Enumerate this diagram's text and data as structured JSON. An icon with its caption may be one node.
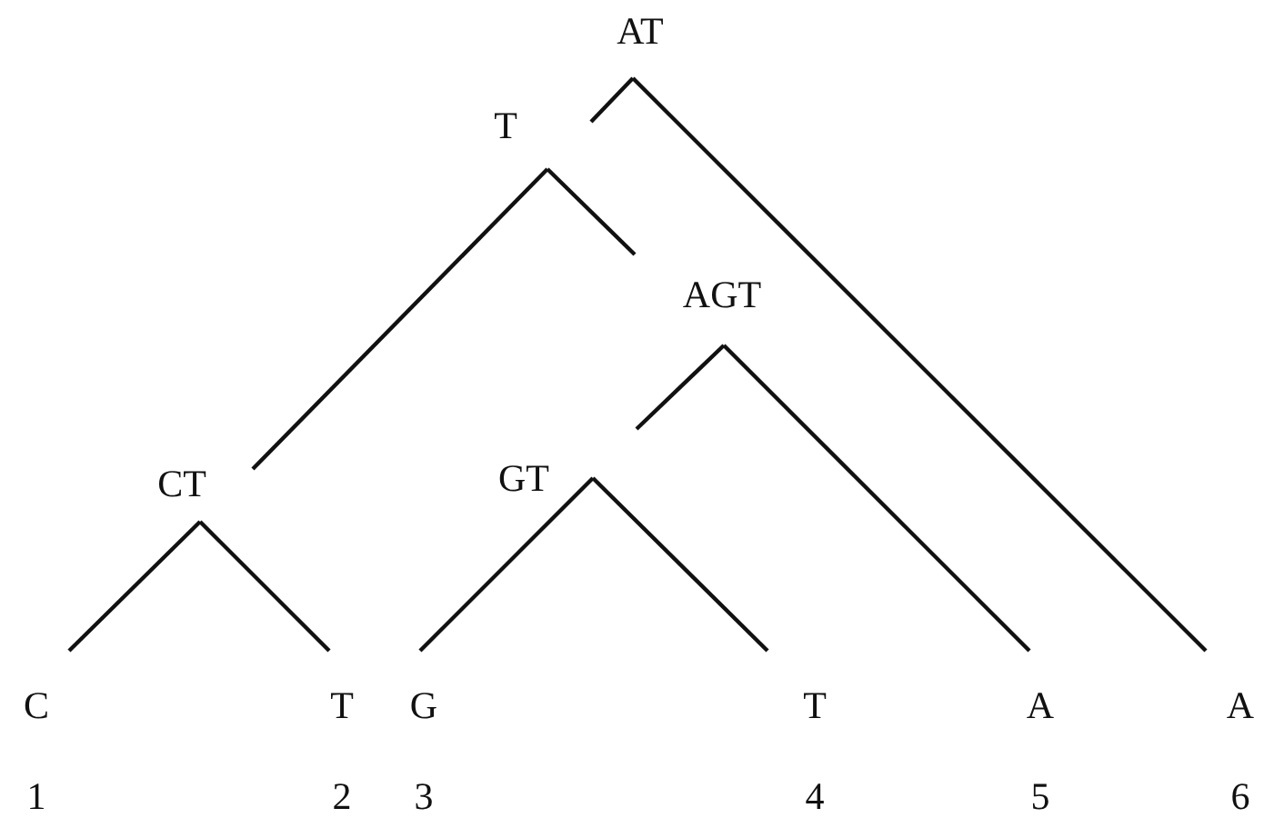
{
  "diagram": {
    "nodes": [
      {
        "text": [
          "AT"
        ]
      },
      {
        "text": [
          "T"
        ]
      },
      {
        "text": [
          "AGT"
        ]
      },
      {
        "text": [
          "CT"
        ]
      },
      {
        "text": [
          "GT"
        ]
      },
      {
        "text": [
          "C"
        ],
        "beside": [
          "1"
        ]
      },
      {
        "text": [
          "T"
        ],
        "beside": [
          "2"
        ]
      },
      {
        "text": [
          "G"
        ],
        "beside": [
          "3"
        ]
      },
      {
        "text": [
          "T"
        ],
        "beside": [
          "4"
        ]
      },
      {
        "text": [
          "A"
        ],
        "beside": [
          "5"
        ]
      },
      {
        "text": [
          "A"
        ],
        "beside": [
          "6"
        ]
      }
    ],
    "edges": [
      {
        "from": 0,
        "to": 1,
        "arrow": "none"
      },
      {
        "from": 0,
        "to": 10,
        "arrow": "none"
      },
      {
        "from": 1,
        "to": 3,
        "arrow": "none"
      },
      {
        "from": 1,
        "to": 2,
        "arrow": "none"
      },
      {
        "from": 2,
        "to": 4,
        "arrow": "none"
      },
      {
        "from": 2,
        "to": 9,
        "arrow": "none"
      },
      {
        "from": 3,
        "to": 5,
        "arrow": "none"
      },
      {
        "from": 3,
        "to": 6,
        "arrow": "none"
      },
      {
        "from": 4,
        "to": 7,
        "arrow": "none"
      },
      {
        "from": 4,
        "to": 8,
        "arrow": "none"
      }
    ]
  }
}
